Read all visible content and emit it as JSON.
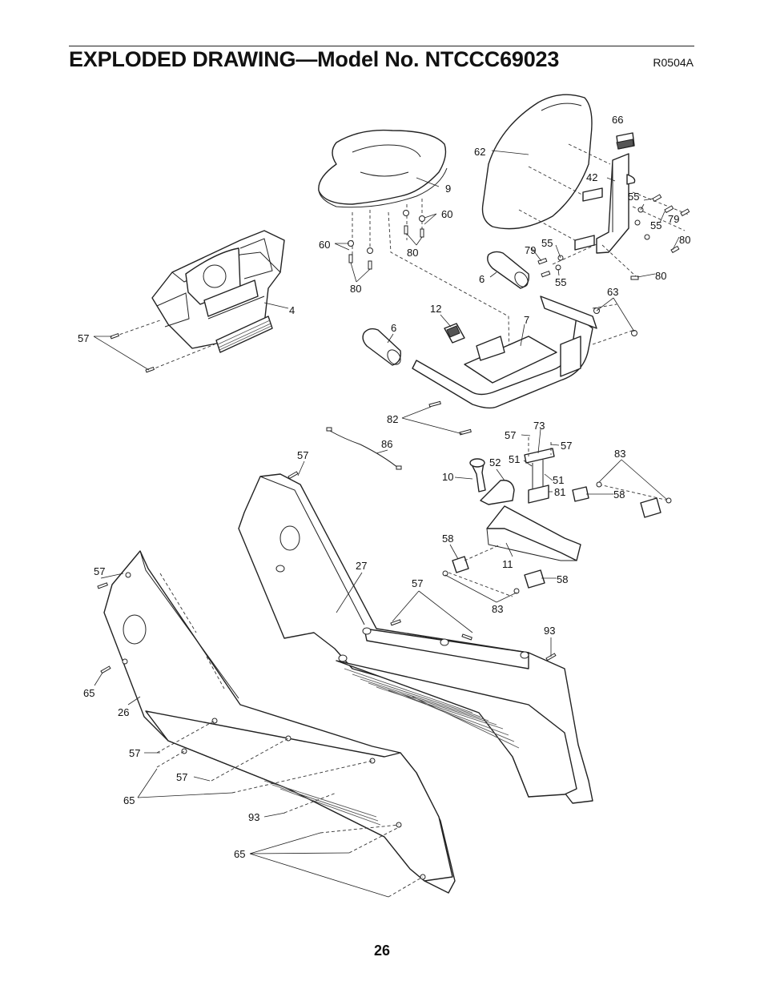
{
  "header": {
    "title": "EXPLODED DRAWING—Model No. NTCCC69023",
    "drawing_code": "R0504A"
  },
  "footer": {
    "page_number": "26"
  },
  "callouts": [
    {
      "id": "c-66",
      "label": "66"
    },
    {
      "id": "c-62",
      "label": "62"
    },
    {
      "id": "c-42",
      "label": "42"
    },
    {
      "id": "c-9",
      "label": "9"
    },
    {
      "id": "c-55a",
      "label": "55"
    },
    {
      "id": "c-60a",
      "label": "60"
    },
    {
      "id": "c-79a",
      "label": "79"
    },
    {
      "id": "c-55b",
      "label": "55"
    },
    {
      "id": "c-60b",
      "label": "60"
    },
    {
      "id": "c-80a",
      "label": "80"
    },
    {
      "id": "c-80b",
      "label": "80"
    },
    {
      "id": "c-79b",
      "label": "79"
    },
    {
      "id": "c-55c",
      "label": "55"
    },
    {
      "id": "c-80c",
      "label": "80"
    },
    {
      "id": "c-6a",
      "label": "6"
    },
    {
      "id": "c-55d",
      "label": "55"
    },
    {
      "id": "c-80d",
      "label": "80"
    },
    {
      "id": "c-4",
      "label": "4"
    },
    {
      "id": "c-63",
      "label": "63"
    },
    {
      "id": "c-12",
      "label": "12"
    },
    {
      "id": "c-7",
      "label": "7"
    },
    {
      "id": "c-57a",
      "label": "57"
    },
    {
      "id": "c-6b",
      "label": "6"
    },
    {
      "id": "c-82",
      "label": "82"
    },
    {
      "id": "c-73",
      "label": "73"
    },
    {
      "id": "c-57b",
      "label": "57"
    },
    {
      "id": "c-57c",
      "label": "57"
    },
    {
      "id": "c-86",
      "label": "86"
    },
    {
      "id": "c-83a",
      "label": "83"
    },
    {
      "id": "c-57d",
      "label": "57"
    },
    {
      "id": "c-51a",
      "label": "51"
    },
    {
      "id": "c-52",
      "label": "52"
    },
    {
      "id": "c-10",
      "label": "10"
    },
    {
      "id": "c-51b",
      "label": "51"
    },
    {
      "id": "c-81",
      "label": "81"
    },
    {
      "id": "c-58a",
      "label": "58"
    },
    {
      "id": "c-58b",
      "label": "58"
    },
    {
      "id": "c-27",
      "label": "27"
    },
    {
      "id": "c-11",
      "label": "11"
    },
    {
      "id": "c-57e",
      "label": "57"
    },
    {
      "id": "c-57f",
      "label": "57"
    },
    {
      "id": "c-58c",
      "label": "58"
    },
    {
      "id": "c-83b",
      "label": "83"
    },
    {
      "id": "c-93a",
      "label": "93"
    },
    {
      "id": "c-65a",
      "label": "65"
    },
    {
      "id": "c-26",
      "label": "26"
    },
    {
      "id": "c-57g",
      "label": "57"
    },
    {
      "id": "c-57h",
      "label": "57"
    },
    {
      "id": "c-65b",
      "label": "65"
    },
    {
      "id": "c-93b",
      "label": "93"
    },
    {
      "id": "c-65c",
      "label": "65"
    }
  ]
}
